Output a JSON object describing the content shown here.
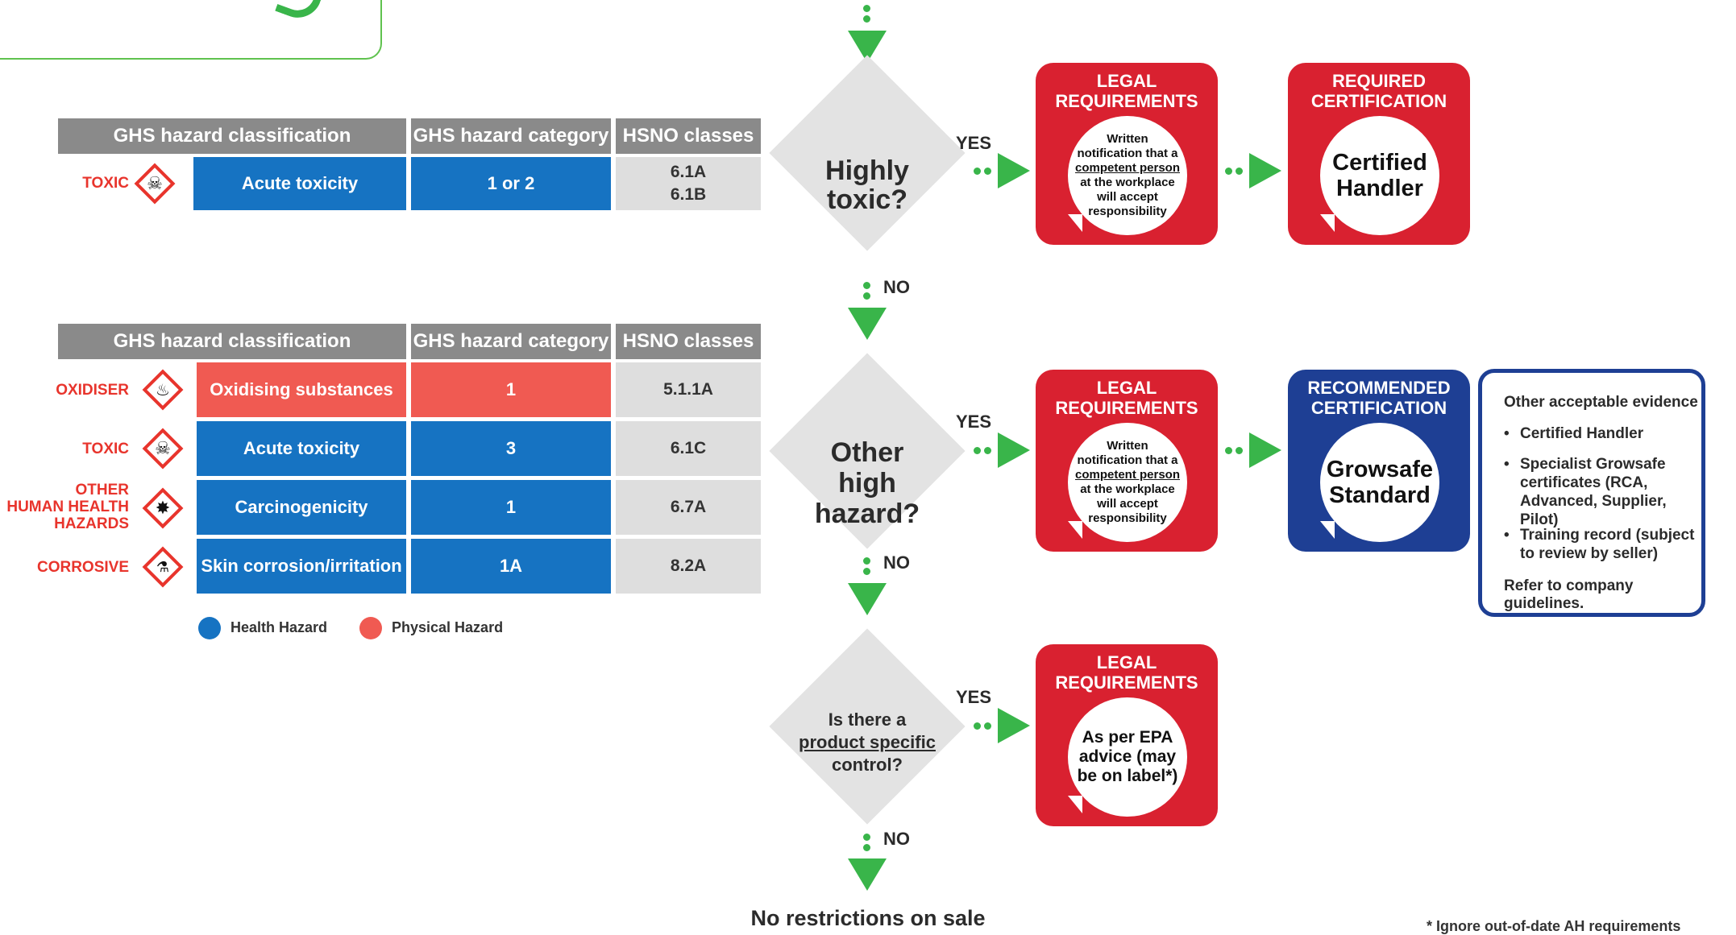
{
  "table1": {
    "headers": [
      "GHS hazard classification",
      "GHS hazard category",
      "HSNO classes"
    ],
    "rows": [
      {
        "label": "TOXIC",
        "icon": "skull-crossbones-icon",
        "classification": "Acute toxicity",
        "category": "1 or 2",
        "hsno": [
          "6.1A",
          "6.1B"
        ],
        "hazard_type": "health"
      }
    ]
  },
  "table2": {
    "headers": [
      "GHS hazard classification",
      "GHS hazard category",
      "HSNO classes"
    ],
    "rows": [
      {
        "label": "OXIDISER",
        "icon": "flame-over-circle-icon",
        "classification": "Oxidising substances",
        "category": "1",
        "hsno": "5.1.1A",
        "hazard_type": "physical"
      },
      {
        "label": "TOXIC",
        "icon": "skull-crossbones-icon",
        "classification": "Acute toxicity",
        "category": "3",
        "hsno": "6.1C",
        "hazard_type": "health"
      },
      {
        "label_lines": [
          "OTHER",
          "HUMAN HEALTH",
          "HAZARDS"
        ],
        "icon": "health-hazard-icon",
        "classification": "Carcinogenicity",
        "category": "1",
        "hsno": "6.7A",
        "hazard_type": "health"
      },
      {
        "label": "CORROSIVE",
        "icon": "corrosion-icon",
        "classification": "Skin corrosion/irritation",
        "category": "1A",
        "hsno": "8.2A",
        "hazard_type": "health"
      }
    ]
  },
  "legend": {
    "health": "Health Hazard",
    "physical": "Physical Hazard"
  },
  "colors": {
    "health": "#1673c2",
    "physical": "#f05a52",
    "legal_box": "#d92130",
    "recommended_box": "#1e3f94",
    "arrow": "#39b54a",
    "diamond": "#e3e3e3",
    "hazard_label": "#e8342c"
  },
  "flow": {
    "q1": {
      "text_lines": [
        "Highly",
        "toxic?"
      ],
      "yes": "YES",
      "no": "NO"
    },
    "q2": {
      "text_lines": [
        "Other",
        "high",
        "hazard?"
      ],
      "yes": "YES",
      "no": "NO"
    },
    "q3": {
      "text_pre": "Is there a",
      "text_link": "product specific",
      "text_post": "control?",
      "yes": "YES",
      "no": "NO"
    },
    "end": "No restrictions on sale"
  },
  "boxes": {
    "legal_title_lines": [
      "LEGAL",
      "REQUIREMENTS"
    ],
    "legal1": {
      "pre": "Written notification that a",
      "link": "competent person",
      "post": "at the workplace will accept responsibility"
    },
    "legal2": {
      "pre": "Written notification that a",
      "link": "competent person",
      "post": "at the workplace will accept responsibility"
    },
    "legal3": {
      "text": "As per EPA advice (may be on label*)"
    },
    "required_title_lines": [
      "REQUIRED",
      "CERTIFICATION"
    ],
    "required_body_lines": [
      "Certified",
      "Handler"
    ],
    "recommended_title_lines": [
      "RECOMMENDED",
      "CERTIFICATION"
    ],
    "recommended_body_lines": [
      "Growsafe",
      "Standard"
    ]
  },
  "evidence": {
    "title": "Other acceptable evidence",
    "items": [
      "Certified Handler",
      "Specialist Growsafe certificates (RCA, Advanced, Supplier, Pilot)",
      "Training record (subject to review by seller)"
    ],
    "footer": "Refer to company guidelines."
  },
  "footnote": "* Ignore out-of-date AH requirements"
}
